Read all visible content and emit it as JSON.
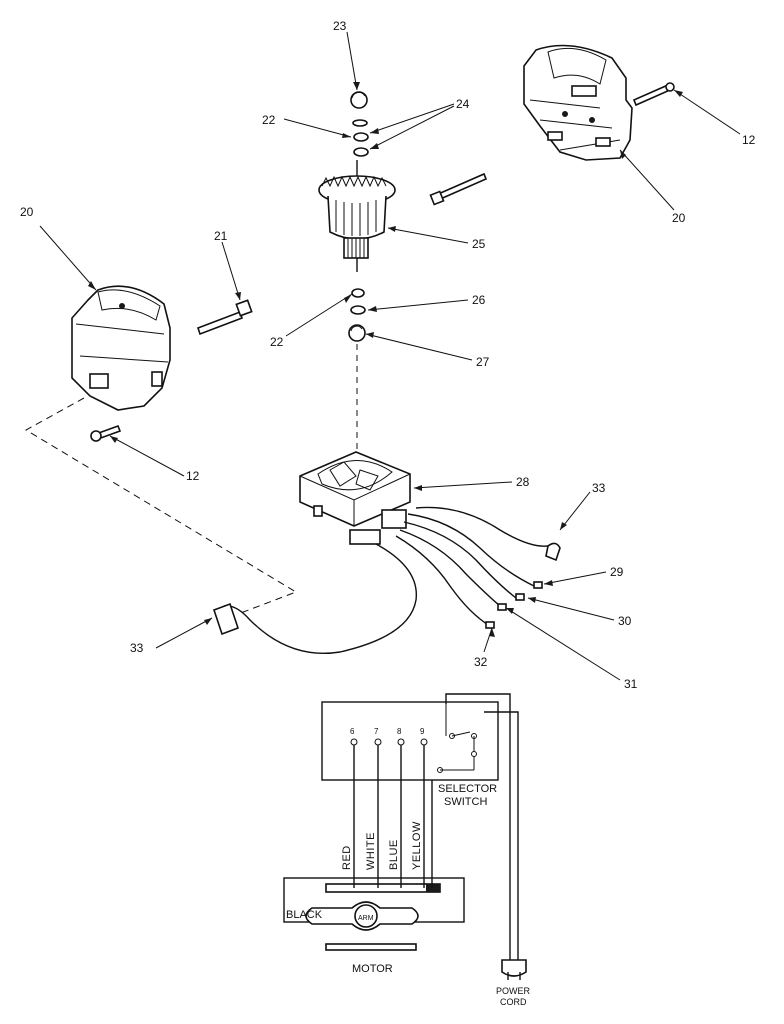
{
  "callouts": {
    "n23": "23",
    "n24": "24",
    "n22_top": "22",
    "n12_right": "12",
    "n20_right": "20",
    "n20_left": "20",
    "n21": "21",
    "n25": "25",
    "n26": "26",
    "n22_mid": "22",
    "n27": "27",
    "n12_left": "12",
    "n28": "28",
    "n33_right": "33",
    "n29": "29",
    "n30": "30",
    "n31": "31",
    "n32": "32",
    "n33_left": "33"
  },
  "schematic": {
    "wire_red": "RED",
    "wire_white": "WHITE",
    "wire_blue": "BLUE",
    "wire_yellow": "YELLOW",
    "black": "BLACK",
    "arm": "ARM",
    "motor": "MOTOR",
    "selector_switch_1": "SELECTOR",
    "selector_switch_2": "SWITCH",
    "power_cord_1": "POWER",
    "power_cord_2": "CORD",
    "terminal_1": "6",
    "terminal_2": "7",
    "terminal_3": "8",
    "terminal_4": "9"
  }
}
